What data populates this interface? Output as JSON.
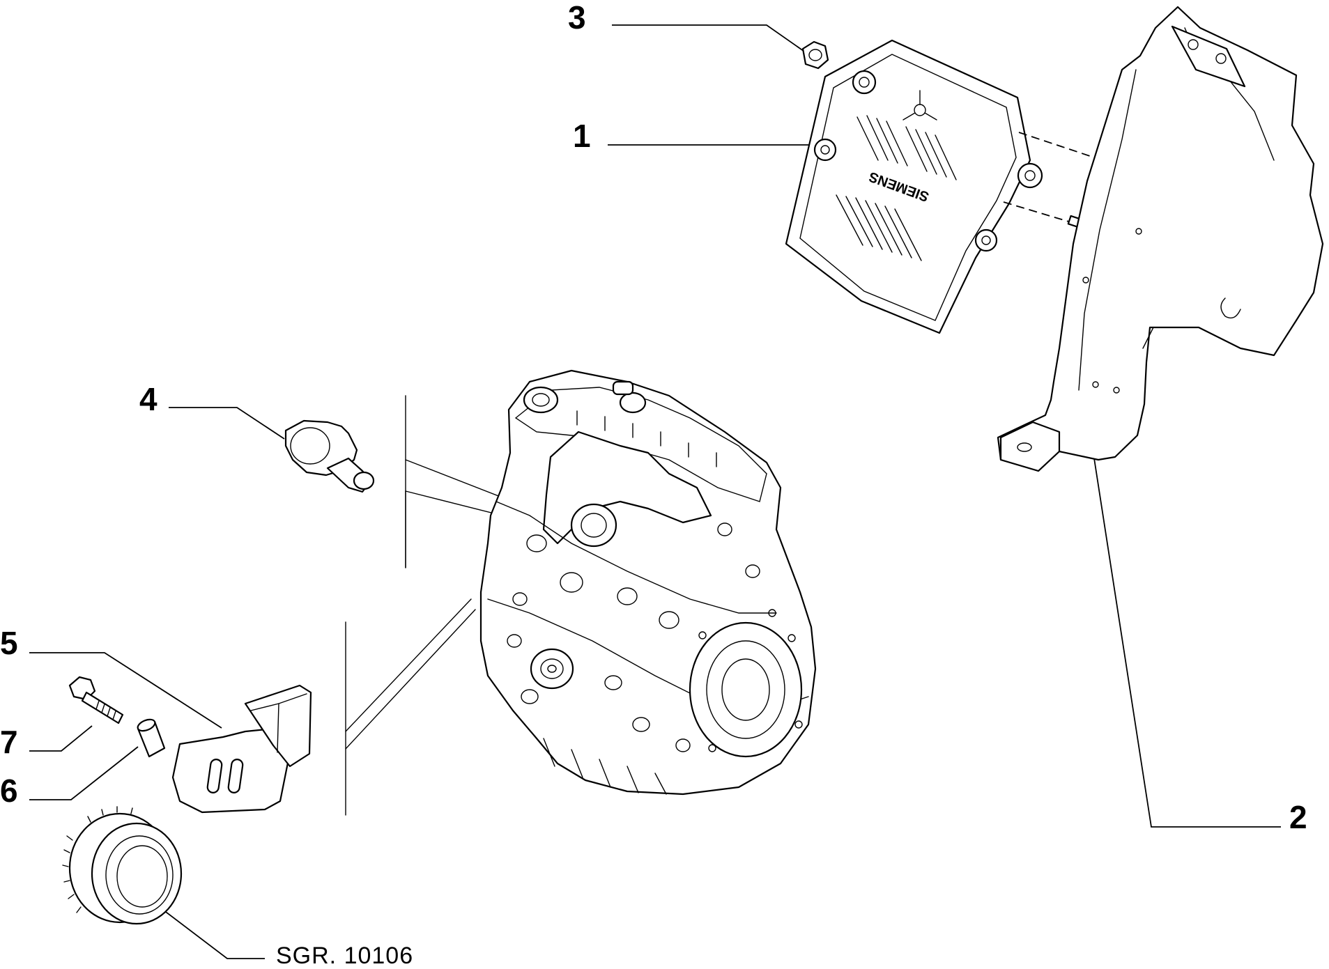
{
  "callouts": {
    "c1": "1",
    "c2": "2",
    "c3": "3",
    "c4": "4",
    "c5": "5",
    "c6": "6",
    "c7": "7"
  },
  "reference": "SGR. 10106",
  "ecu_brand": "SIEMENS"
}
